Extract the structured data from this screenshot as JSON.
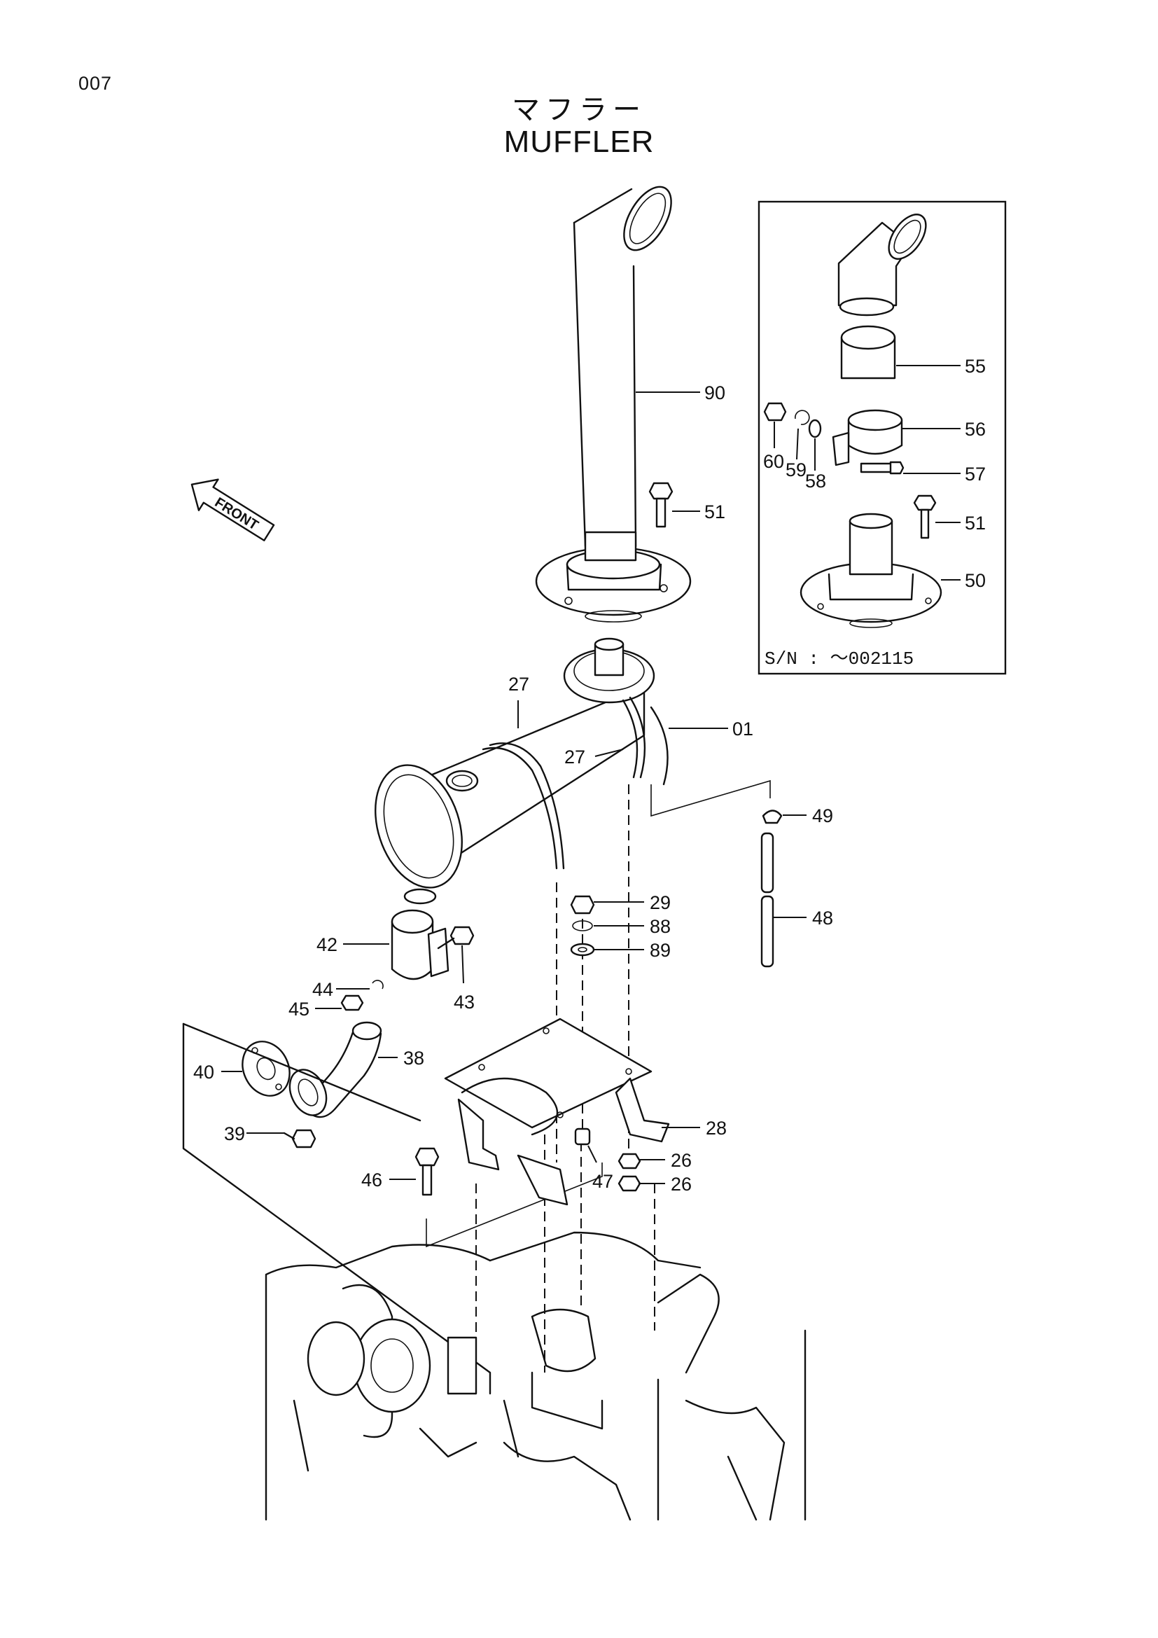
{
  "page": {
    "number": "007"
  },
  "title": {
    "jp": "マフラー",
    "en": "MUFFLER"
  },
  "direction_indicator": {
    "label": "FRONT",
    "icon": "front-arrow-icon"
  },
  "inset": {
    "serial_note": "S/N :  ～002115"
  },
  "callouts": {
    "c90": "90",
    "c51": "51",
    "c01": "01",
    "c27a": "27",
    "c27b": "27",
    "c49": "49",
    "c48": "48",
    "c29": "29",
    "c88": "88",
    "c89": "89",
    "c28": "28",
    "c26a": "26",
    "c26b": "26",
    "c47": "47",
    "c46": "46",
    "c42": "42",
    "c43": "43",
    "c44": "44",
    "c45": "45",
    "c38": "38",
    "c40": "40",
    "c39": "39",
    "i55": "55",
    "i56": "56",
    "i57": "57",
    "i51": "51",
    "i50": "50",
    "i60": "60",
    "i59": "59",
    "i58": "58"
  }
}
